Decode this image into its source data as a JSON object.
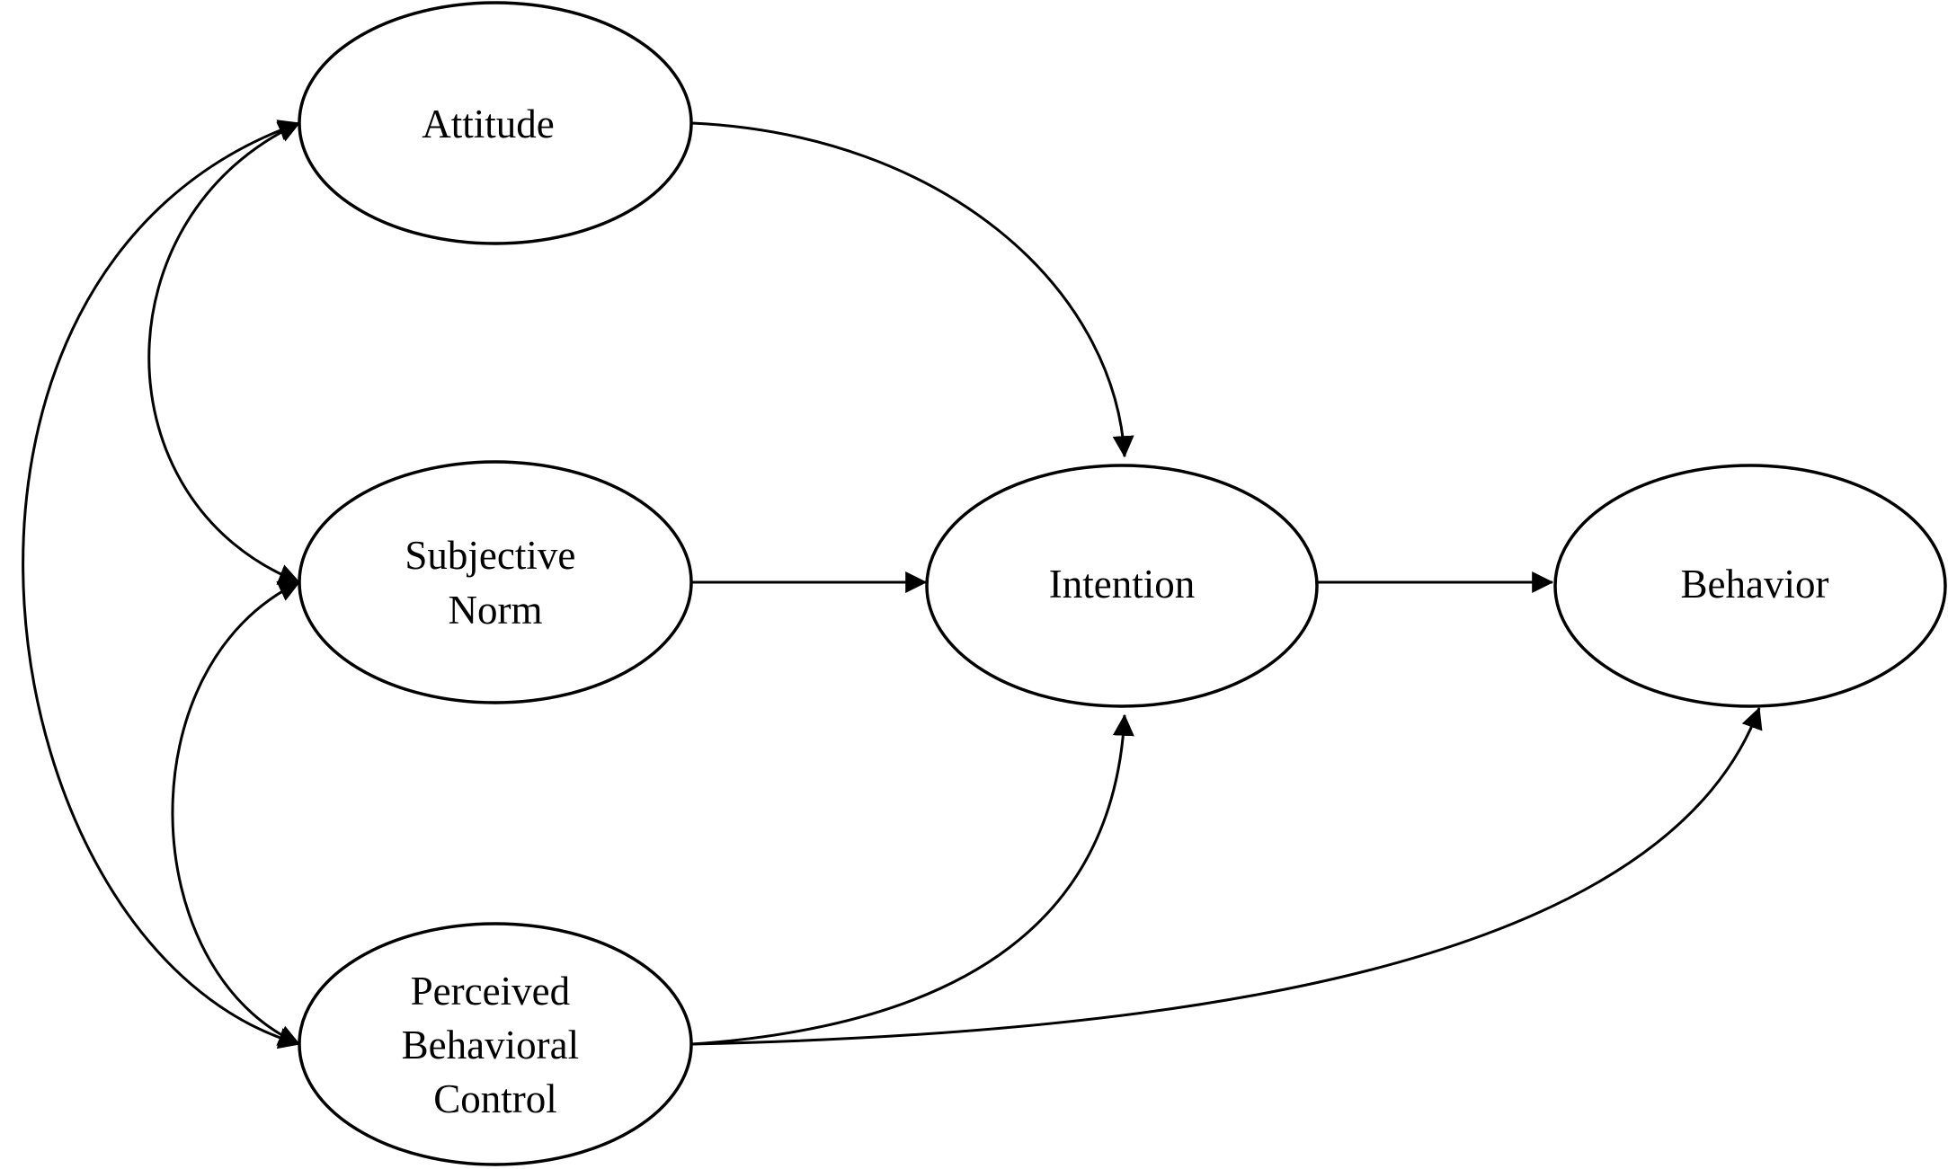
{
  "diagram": {
    "nodes": {
      "attitude": {
        "lines": [
          "Attitude"
        ]
      },
      "subjective_norm": {
        "lines": [
          "Subjective",
          "Norm"
        ]
      },
      "perceived_behavioral_control": {
        "lines": [
          "Perceived",
          "Behavioral",
          "Control"
        ]
      },
      "intention": {
        "lines": [
          "Intention"
        ]
      },
      "behavior": {
        "lines": [
          "Behavior"
        ]
      }
    },
    "edges": [
      {
        "from": "Attitude",
        "to": "Intention",
        "direction": "one-way"
      },
      {
        "from": "Subjective Norm",
        "to": "Intention",
        "direction": "one-way"
      },
      {
        "from": "Perceived Behavioral Control",
        "to": "Intention",
        "direction": "one-way"
      },
      {
        "from": "Intention",
        "to": "Behavior",
        "direction": "one-way"
      },
      {
        "from": "Perceived Behavioral Control",
        "to": "Behavior",
        "direction": "one-way"
      },
      {
        "from": "Attitude",
        "to": "Subjective Norm",
        "direction": "two-way"
      },
      {
        "from": "Subjective Norm",
        "to": "Perceived Behavioral Control",
        "direction": "two-way"
      },
      {
        "from": "Attitude",
        "to": "Perceived Behavioral Control",
        "direction": "two-way"
      }
    ],
    "colors": {
      "stroke": "#000000",
      "background": "#ffffff"
    }
  }
}
